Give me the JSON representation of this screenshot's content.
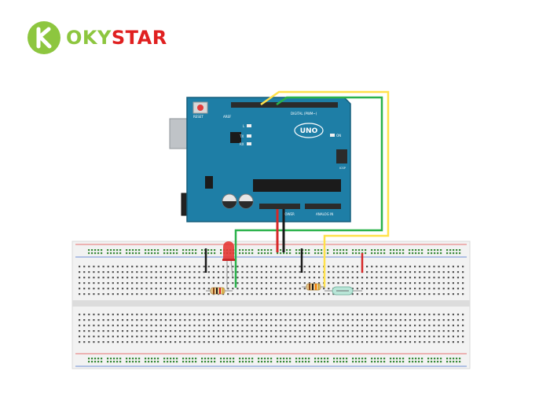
{
  "brand": {
    "name_part1": "OKY",
    "name_part2": "STAR",
    "icon": "k-logo-icon",
    "colors": {
      "green": "#8dc63f",
      "red": "#e02020"
    }
  },
  "board": {
    "model_label": "UNO",
    "reset_label": "RESET",
    "digital_label": "DIGITAL (PWM~)",
    "analog_label": "ANALOG IN",
    "power_label": "POWER",
    "aref_label": "AREF",
    "on_label": "ON",
    "tx_label": "TX",
    "rx_label": "RX",
    "l_label": "L",
    "icsp_label": "ICSP",
    "color": "#1e7ea6"
  },
  "components": {
    "led": {
      "color": "#e53935",
      "icon": "led-icon"
    },
    "resistors": [
      "resistor-1",
      "resistor-2"
    ],
    "sensor": "reed-switch-icon"
  },
  "wires": {
    "colors": {
      "yellow": "#ffe14a",
      "green": "#2bb24c",
      "red": "#d62828",
      "black": "#1a1a1a"
    }
  }
}
